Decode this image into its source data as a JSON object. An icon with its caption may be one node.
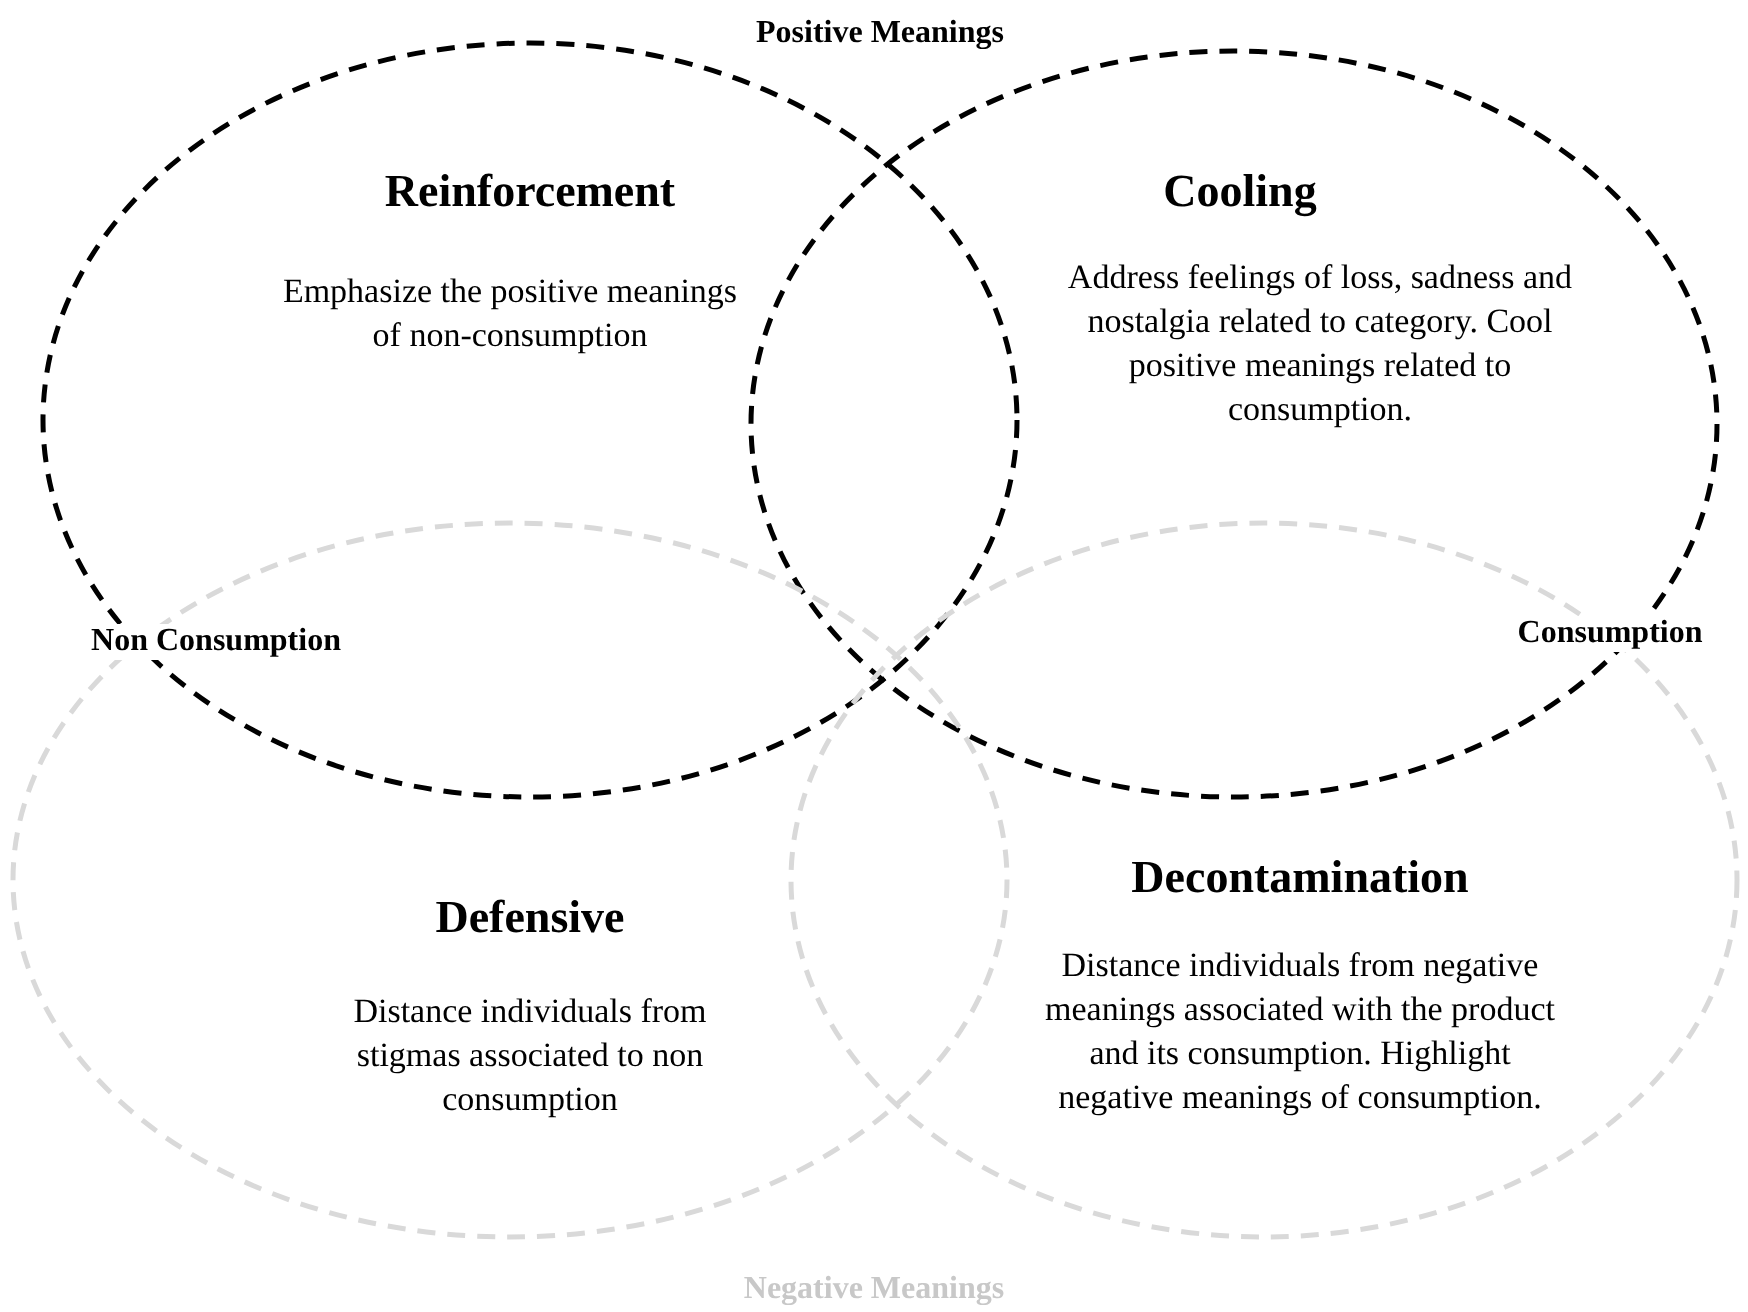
{
  "diagram": {
    "nodes": [
      {
        "text": [
          "Reinforcement",
          "Emphasize the positive meanings of non-consumption"
        ]
      },
      {
        "text": [
          "Cooling",
          "Address feelings of loss, sadness and nostalgia related to category. Cool positive meanings related to consumption."
        ]
      },
      {
        "text": [
          "Defensive",
          "Distance individuals from stigmas associated to non consumption"
        ]
      },
      {
        "text": [
          "Decontamination",
          "Distance individuals from negative meanings associated with the product and its consumption. Highlight negative meanings of consumption."
        ]
      }
    ],
    "edges": [],
    "labels": [
      "Positive Meanings",
      "Non Consumption",
      "Consumption",
      "Negative Meanings"
    ]
  }
}
